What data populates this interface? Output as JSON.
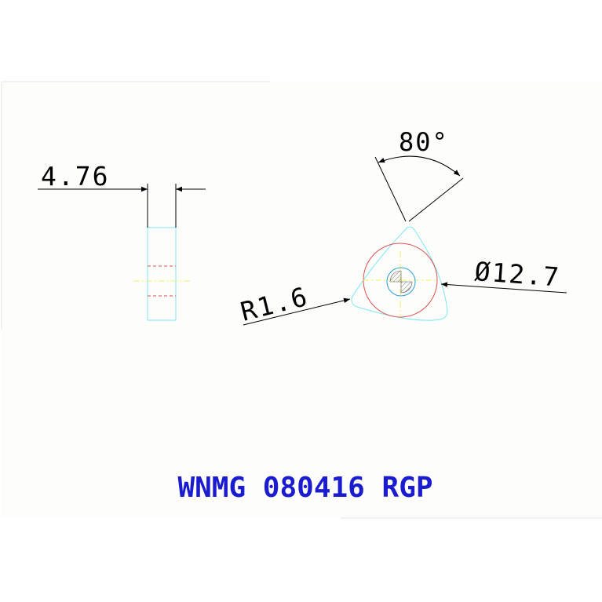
{
  "dimensions": {
    "thickness": "4.76",
    "angle": "80°",
    "diameter": "Ø12.7",
    "radius": "R1.6"
  },
  "title": "WNMG 080416 RGP",
  "colors": {
    "background": "#ffffff",
    "sheet": "#fdfefc",
    "outline": "#7fe6f3",
    "red": "#e05050",
    "center": "#f0f06a",
    "dimension": "#000000",
    "title": "#1b1bd0"
  }
}
